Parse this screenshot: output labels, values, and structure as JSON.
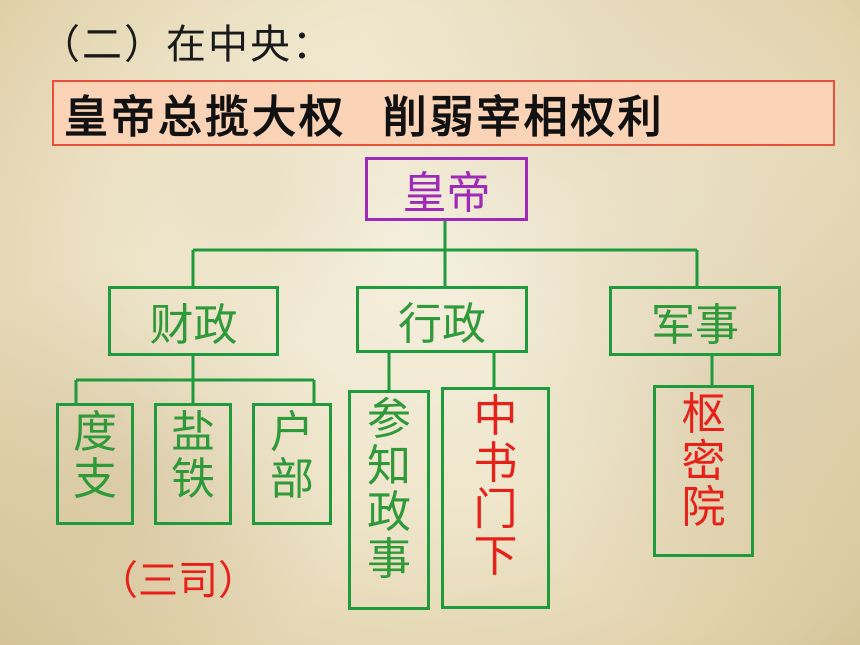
{
  "heading": "（二）在中央：",
  "subtitle": "皇帝总揽大权  削弱宰相权利",
  "top": {
    "label": "皇帝"
  },
  "branches": {
    "finance": "财政",
    "admin": "行政",
    "military": "军事"
  },
  "leaves": {
    "duzhi": [
      "度",
      "支"
    ],
    "yantie": [
      "盐",
      "铁"
    ],
    "hubu": [
      "户",
      "部"
    ],
    "canzhi": [
      "参",
      "知",
      "政",
      "事"
    ],
    "zhongshu": [
      "中",
      "书",
      "门",
      "下"
    ],
    "shumi": [
      "枢",
      "密",
      "院"
    ]
  },
  "note": "（三司）",
  "colors": {
    "border_green": "#1f9a3c",
    "border_purple": "#a02ab8",
    "text_red": "#e8201a",
    "subtitle_fill": "#fbd3b6"
  }
}
